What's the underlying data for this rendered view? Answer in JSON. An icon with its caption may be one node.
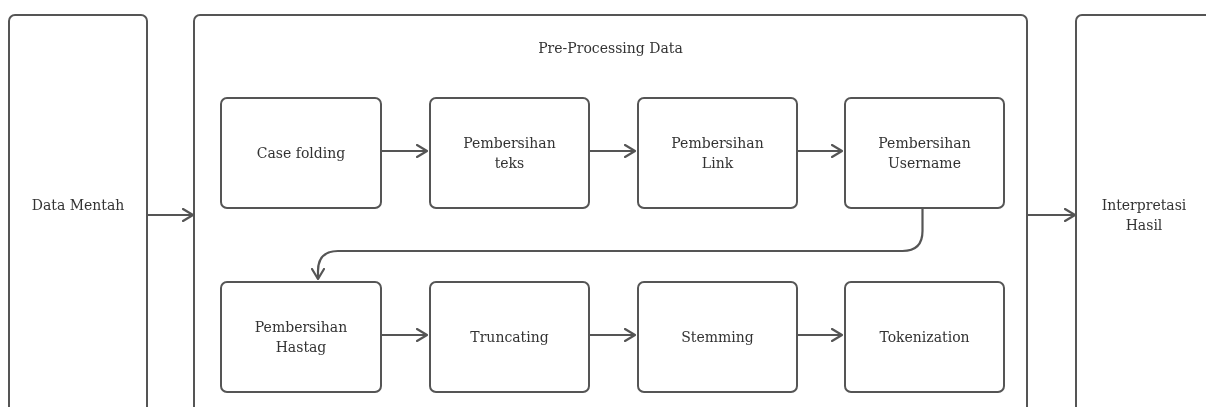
{
  "diagram": {
    "nodes": [
      {
        "text": [
          "Data Mentah"
        ]
      },
      {
        "text": [
          "Pre-Processing Data"
        ]
      },
      {
        "text": [
          "Case folding"
        ],
        "in": 1
      },
      {
        "text": [
          "Pembersihan teks"
        ],
        "in": 1
      },
      {
        "text": [
          "Pembersihan Link"
        ],
        "in": 1
      },
      {
        "text": [
          "Pembersihan Username"
        ],
        "in": 1
      },
      {
        "text": [
          "Pembersihan Hastag"
        ],
        "in": 1
      },
      {
        "text": [
          "Truncating"
        ],
        "in": 1
      },
      {
        "text": [
          "Stemming"
        ],
        "in": 1
      },
      {
        "text": [
          "Tokenization"
        ],
        "in": 1
      },
      {
        "text": [
          "Interpretasi Hasil"
        ]
      }
    ],
    "edges": [
      {
        "from": 0,
        "to": 1,
        "arrow": "to"
      },
      {
        "from": 2,
        "to": 3,
        "arrow": "to"
      },
      {
        "from": 3,
        "to": 4,
        "arrow": "to"
      },
      {
        "from": 4,
        "to": 5,
        "arrow": "to"
      },
      {
        "from": 5,
        "to": 6,
        "arrow": "to"
      },
      {
        "from": 6,
        "to": 7,
        "arrow": "to"
      },
      {
        "from": 7,
        "to": 8,
        "arrow": "to"
      },
      {
        "from": 8,
        "to": 9,
        "arrow": "to"
      },
      {
        "from": 1,
        "to": 10,
        "arrow": "to"
      }
    ]
  }
}
